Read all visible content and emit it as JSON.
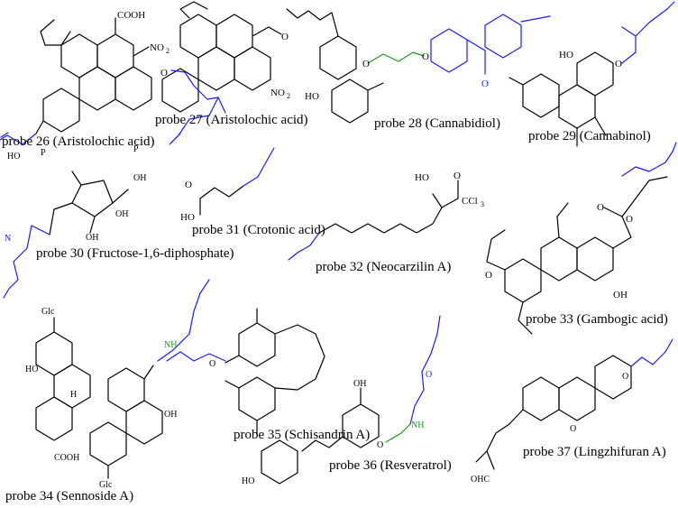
{
  "colors": {
    "bond": "#000000",
    "probe": "#1a1aff",
    "linker": "#1a9a1a"
  },
  "labels": {
    "p26": "probe 26 (Aristolochic acid)",
    "p27": "probe 27 (Aristolochic acid)",
    "p28": "probe 28 (Cannabidiol)",
    "p29": "probe 29 (Cannabinol)",
    "p30": "probe 30 (Fructose-1,6-diphosphate)",
    "p31": "probe 31 (Crotonic acid)",
    "p32": "probe 32 (Neocarzilin A)",
    "p33": "probe 33 (Gambogic acid)",
    "p34": "probe 34 (Sennoside A)",
    "p35": "probe 35 (Schisandrin A)",
    "p36": "probe 36 (Resveratrol)",
    "p37": "probe 37 (Lingzhifuran A)"
  },
  "atoms": {
    "cooh": "COOH",
    "no2": "NO",
    "two": "2",
    "o": "O",
    "ho": "HO",
    "oh": "OH",
    "p": "P",
    "n": "N",
    "nh": "NH",
    "ccl3": "CCl",
    "three": "3",
    "glc": "Glc",
    "h": "H",
    "cooh2": "COOH",
    "ohc": "OHC"
  }
}
